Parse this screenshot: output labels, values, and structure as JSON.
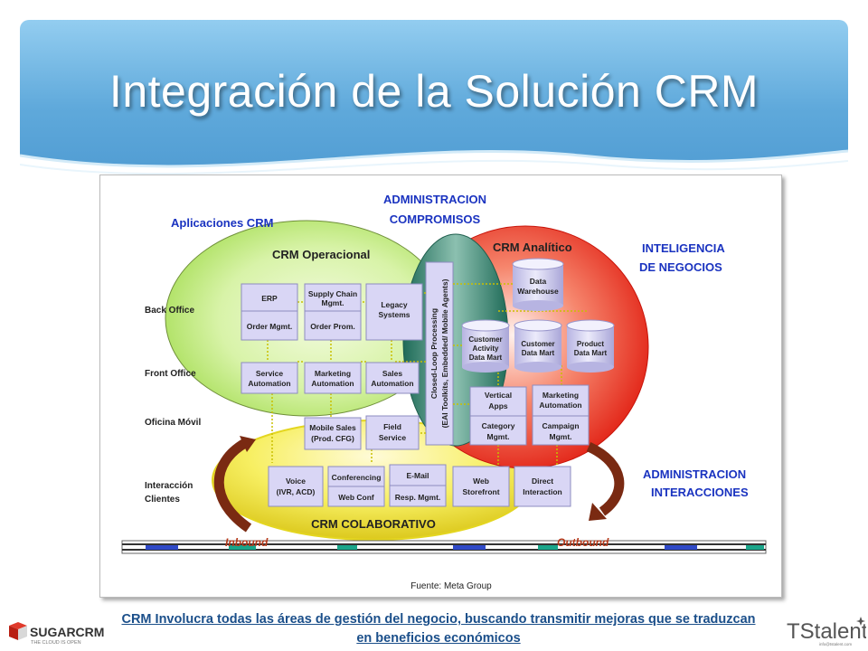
{
  "slide": {
    "title": "Integración de la Solución CRM",
    "caption": "CRM Involucra todas las áreas de gestión del negocio, buscando transmitir mejoras que se traduzcan en beneficios económicos",
    "logo_left": "SUGARCRM",
    "logo_left_tagline": "THE CLOUD IS OPEN",
    "logo_right": "TStalent",
    "logo_right_sub": "info@tstalent.com"
  },
  "diagram": {
    "labels": {
      "admin_compromisos_1": "ADMINISTRACION",
      "admin_compromisos_2": "COMPROMISOS",
      "aplicaciones_crm": "Aplicaciones CRM",
      "crm_operacional": "CRM Operacional",
      "crm_analitico": "CRM Analítico",
      "inteligencia_1": "INTELIGENCIA",
      "inteligencia_2": "DE NEGOCIOS",
      "admin_interacciones_1": "ADMINISTRACION",
      "admin_interacciones_2": "INTERACCIONES",
      "crm_colaborativo": "CRM  COLABORATIVO",
      "inbound": "Inbound",
      "outbound": "Outbound",
      "fuente": "Fuente: Meta Group",
      "closed_loop_1": "Closed-Loop Processing",
      "closed_loop_2": "(EAI Toolkits, Embedded/ Mobile Agents)"
    },
    "rows": {
      "back_office": "Back Office",
      "front_office": "Front Office",
      "oficina_movil": "Oficina Móvil",
      "interaccion_1": "Interacción",
      "interaccion_2": "Clientes"
    },
    "boxes": {
      "erp": "ERP",
      "order_mgmt": "Order Mgmt.",
      "supply_chain_1": "Supply Chain",
      "supply_chain_2": "Mgmt.",
      "order_prom": "Order Prom.",
      "legacy_1": "Legacy",
      "legacy_2": "Systems",
      "service_1": "Service",
      "service_2": "Automation",
      "marketing_1": "Marketing",
      "marketing_2": "Automation",
      "sales_1": "Sales",
      "sales_2": "Automation",
      "mobile_1": "Mobile Sales",
      "mobile_2": "(Prod. CFG)",
      "field_1": "Field",
      "field_2": "Service",
      "voice_1": "Voice",
      "voice_2": "(IVR, ACD)",
      "conferencing": "Conferencing",
      "web_conf": "Web Conf",
      "email": "E-Mail",
      "resp_mgmt": "Resp. Mgmt.",
      "web_1": "Web",
      "web_2": "Storefront",
      "direct_1": "Direct",
      "direct_2": "Interaction",
      "vertical_1": "Vertical",
      "vertical_2": "Apps",
      "category_1": "Category",
      "category_2": "Mgmt.",
      "mkt_auto_1": "Marketing",
      "mkt_auto_2": "Automation",
      "campaign_1": "Campaign",
      "campaign_2": "Mgmt."
    },
    "cylinders": {
      "dw_1": "Data",
      "dw_2": "Warehouse",
      "cadm_1": "Customer",
      "cadm_2": "Activity",
      "cadm_3": "Data Mart",
      "cdm_1": "Customer",
      "cdm_2": "Data Mart",
      "pdm_1": "Product",
      "pdm_2": "Data Mart"
    }
  },
  "colors": {
    "header_blue": "#5fa9db",
    "heading_blue": "#1a33c0",
    "operacional_green": "#c9ee8a",
    "analitico_red": "#ee2b1a",
    "colaborativo_yellow": "#f2ea3c",
    "closed_loop_teal": "#2e7f6a",
    "arrow_brown": "#7a2a12",
    "box_lavender": "#d9d6f5",
    "caption_blue": "#1b4f8a"
  }
}
